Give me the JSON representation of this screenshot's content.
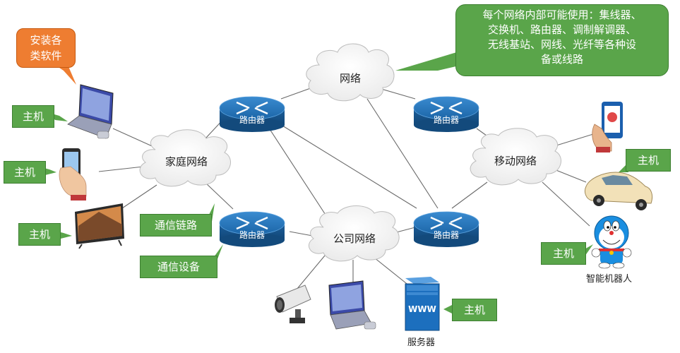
{
  "note": "每个网络内部可能使用：集线器、交换机、路由器、调制解调器、无线基站、网线、光纤等各种设备或线路",
  "note_lines": [
    "每个网络内部可能使用：集线器、",
    "交换机、路由器、调制解调器、",
    "无线基站、网线、光纤等各种设",
    "备或线路"
  ],
  "software_note_lines": [
    "安装各",
    "类软件"
  ],
  "clouds": {
    "internet": "网络",
    "home": "家庭网络",
    "company": "公司网络",
    "mobile": "移动网络"
  },
  "router_label": "路由器",
  "host_label": "主机",
  "link_label": "通信链路",
  "device_label": "通信设备",
  "server_label": "服务器",
  "robot_label": "智能机器人",
  "colors": {
    "note_green": "#5aa54a",
    "note_orange": "#ee7d31",
    "router_blue": "#1f6fb0"
  }
}
